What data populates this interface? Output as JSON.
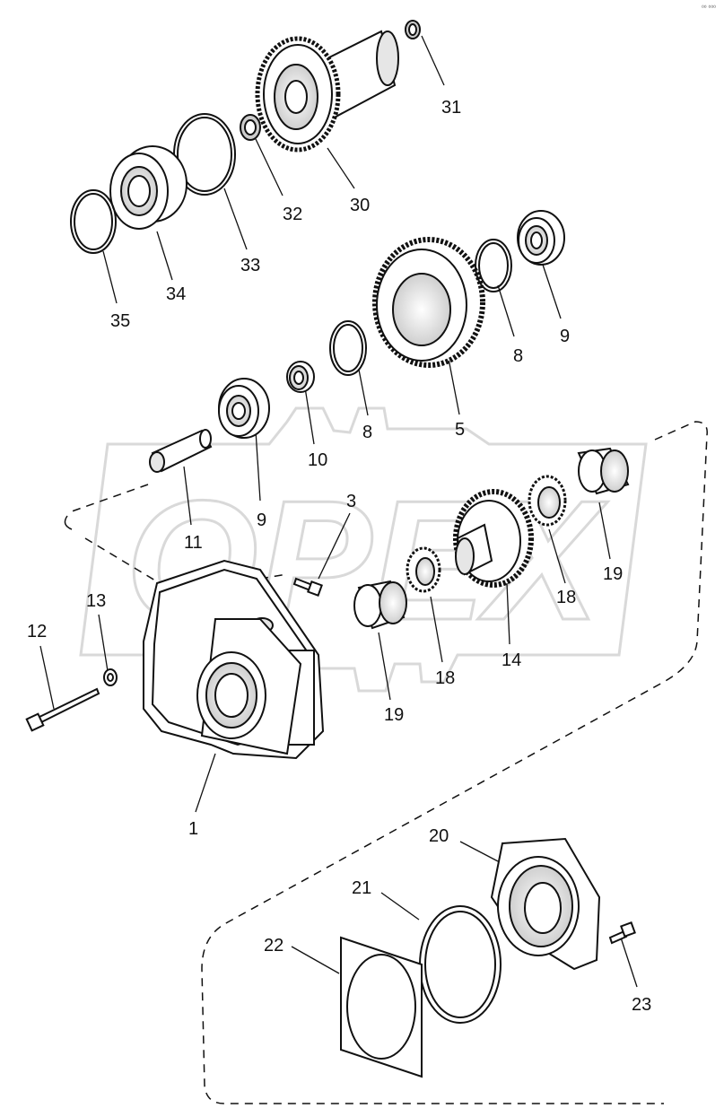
{
  "corner_mark": "⁰⁰ ⁰⁰⁰",
  "watermark": {
    "text": "OPEX",
    "color": "#d9d9d9"
  },
  "colors": {
    "line": "#111111",
    "fill": "#ffffff",
    "shade": "#cfcfcf",
    "dark": "#333333"
  },
  "callouts": {
    "p1": "1",
    "p3": "3",
    "p5": "5",
    "p8a": "8",
    "p8b": "8",
    "p9a": "9",
    "p9b": "9",
    "p10": "10",
    "p11": "11",
    "p12": "12",
    "p13": "13",
    "p14": "14",
    "p18a": "18",
    "p18b": "18",
    "p19a": "19",
    "p19b": "19",
    "p20": "20",
    "p21": "21",
    "p22": "22",
    "p23": "23",
    "p30": "30",
    "p31": "31",
    "p32": "32",
    "p33": "33",
    "p34": "34",
    "p35": "35"
  }
}
